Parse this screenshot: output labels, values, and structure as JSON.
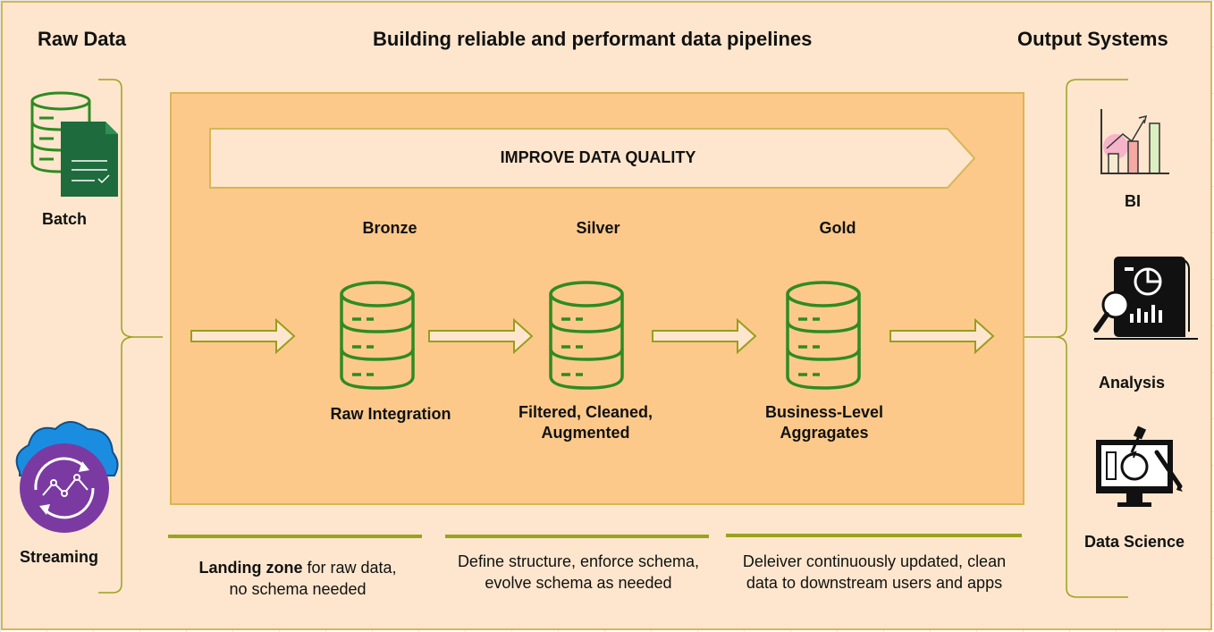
{
  "header": {
    "left_title": "Raw Data",
    "center_title": "Building reliable and performant data pipelines",
    "right_title": "Output Systems"
  },
  "sources": [
    {
      "label": "Batch",
      "icon": "database-document-icon"
    },
    {
      "label": "Streaming",
      "icon": "cloud-stream-icon"
    }
  ],
  "banner": {
    "label": "IMPROVE DATA QUALITY"
  },
  "layers": [
    {
      "tier": "Bronze",
      "caption": "Raw Integration"
    },
    {
      "tier": "Silver",
      "caption": "Filtered, Cleaned,\nAugmented"
    },
    {
      "tier": "Gold",
      "caption": "Business-Level\nAggragates"
    }
  ],
  "descriptions": [
    {
      "bold": "Landing zone",
      "rest": " for raw data,",
      "line2": "no schema needed"
    },
    {
      "line1": "Define structure, enforce schema,",
      "line2": "evolve schema as needed"
    },
    {
      "line1": "Deleiver continuously updated, clean",
      "line2": "data to downstream users and apps"
    }
  ],
  "outputs": [
    {
      "label": "BI",
      "icon": "bar-chart-icon"
    },
    {
      "label": "Analysis",
      "icon": "report-analysis-icon"
    },
    {
      "label": "Data Science",
      "icon": "monitor-drawing-icon"
    }
  ],
  "colors": {
    "background": "#fde6cd",
    "inner": "#fcc98b",
    "border": "#d6b656",
    "green": "#2e8b22",
    "olive": "#9aa21e",
    "arrow": "#9a9d1c"
  }
}
